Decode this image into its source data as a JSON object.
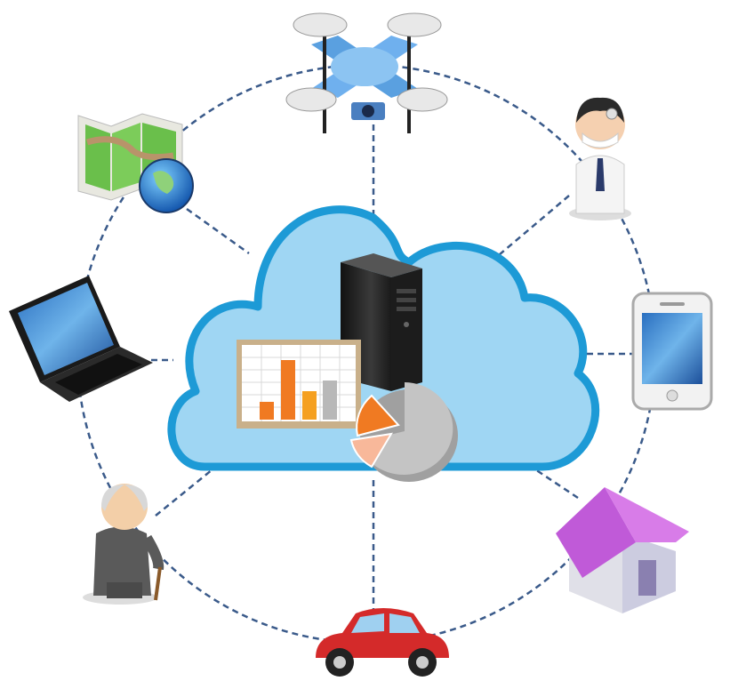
{
  "diagram": {
    "hub": "cloud-server",
    "nodes": [
      {
        "id": "drone",
        "icon": "drone-icon"
      },
      {
        "id": "doctor",
        "icon": "doctor-icon"
      },
      {
        "id": "smartphone",
        "icon": "smartphone-icon"
      },
      {
        "id": "house",
        "icon": "house-icon"
      },
      {
        "id": "car",
        "icon": "car-icon"
      },
      {
        "id": "elderly-person",
        "icon": "elderly-person-icon"
      },
      {
        "id": "laptop",
        "icon": "laptop-icon"
      },
      {
        "id": "map-globe",
        "icon": "map-globe-icon"
      }
    ],
    "colors": {
      "ring": "#3a5a8a",
      "cloud_fill": "#9fd6f3",
      "cloud_stroke": "#1d9ad6",
      "server": "#2a2a2a",
      "bar_orange": "#f07a22",
      "house_roof": "#c05ad8",
      "car_body": "#d42a2a",
      "map_green": "#6abf4b",
      "drone_blue": "#5aa0e0"
    }
  }
}
